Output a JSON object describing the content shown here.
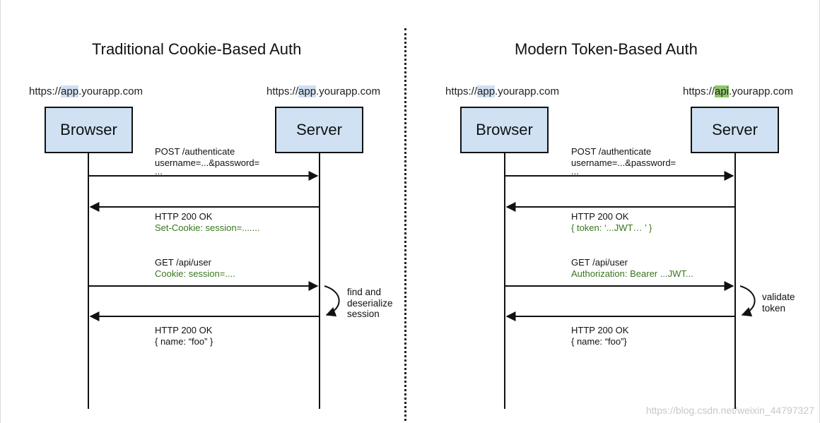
{
  "left": {
    "title": "Traditional Cookie-Based Auth",
    "browser_host": {
      "prefix": "https://",
      "highlight": "app",
      "suffix": ".yourapp.com",
      "highlight_color": "#cfe0f3"
    },
    "server_host": {
      "prefix": "https://",
      "highlight": "app",
      "suffix": ".yourapp.com",
      "highlight_color": "#cfe0f3"
    },
    "browser_label": "Browser",
    "server_label": "Server",
    "msg1": {
      "line1": "POST /authenticate",
      "line2": "username=...&password=",
      "line3": "..."
    },
    "msg2": {
      "line1": "HTTP 200 OK",
      "line2": "Set-Cookie: session=......."
    },
    "msg3": {
      "line1": "GET /api/user",
      "line2": "Cookie: session=...."
    },
    "note": {
      "line1": "find and",
      "line2": "deserialize",
      "line3": "session"
    },
    "msg4": {
      "line1": "HTTP 200 OK",
      "line2": "{  name: “foo” }"
    }
  },
  "right": {
    "title": "Modern Token-Based Auth",
    "browser_host": {
      "prefix": "https://",
      "highlight": "app",
      "suffix": ".yourapp.com",
      "highlight_color": "#cfe0f3"
    },
    "server_host": {
      "prefix": "https://",
      "highlight": "api",
      "suffix": ".yourapp.com",
      "highlight_color": "#8fc56a"
    },
    "browser_label": "Browser",
    "server_label": "Server",
    "msg1": {
      "line1": "POST /authenticate",
      "line2": "username=...&password=",
      "line3": "..."
    },
    "msg2": {
      "line1": "HTTP 200 OK",
      "line2": "{ token: ‘...JWT… ’ }"
    },
    "msg3": {
      "line1": "GET /api/user",
      "line2": "Authorization: Bearer ...JWT..."
    },
    "note": {
      "line1": "validate",
      "line2": "token"
    },
    "msg4": {
      "line1": "HTTP 200 OK",
      "line2": "{ name: “foo”}"
    }
  },
  "colors": {
    "actor_fill": "#cfe1f3",
    "header_green_text": "#38761d"
  },
  "watermark": "https://blog.csdn.net/weixin_44797327"
}
